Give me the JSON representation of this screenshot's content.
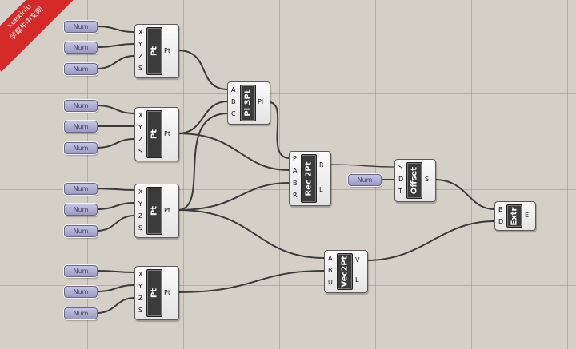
{
  "watermark": {
    "line1": "xuexiniu",
    "line2": "学犀牛中文网"
  },
  "slider_label": "Num",
  "point_components": [
    {
      "name": "Pt",
      "inputs": [
        "X",
        "Y",
        "Z",
        "S"
      ],
      "output": "Pt"
    },
    {
      "name": "Pt",
      "inputs": [
        "X",
        "Y",
        "Z",
        "S"
      ],
      "output": "Pt"
    },
    {
      "name": "Pt",
      "inputs": [
        "X",
        "Y",
        "Z",
        "S"
      ],
      "output": "Pt"
    },
    {
      "name": "Pt",
      "inputs": [
        "X",
        "Y",
        "Z",
        "S"
      ],
      "output": "Pt"
    }
  ],
  "plane_component": {
    "name": "Pl 3Pt",
    "inputs": [
      "A",
      "B",
      "C"
    ],
    "output": "Pl"
  },
  "rect_component": {
    "name": "Rec 2Pt",
    "inputs": [
      "P",
      "A",
      "B",
      "R"
    ],
    "outputs": [
      "R",
      "L"
    ]
  },
  "offset_component": {
    "name": "Offset",
    "inputs": [
      "S",
      "D",
      "T"
    ],
    "output": "S"
  },
  "vector_component": {
    "name": "Vec2Pt",
    "inputs": [
      "A",
      "B",
      "U"
    ],
    "outputs": [
      "V",
      "L"
    ]
  },
  "extrude_component": {
    "name": "Extr",
    "inputs": [
      "B",
      "D"
    ],
    "output": "E"
  }
}
